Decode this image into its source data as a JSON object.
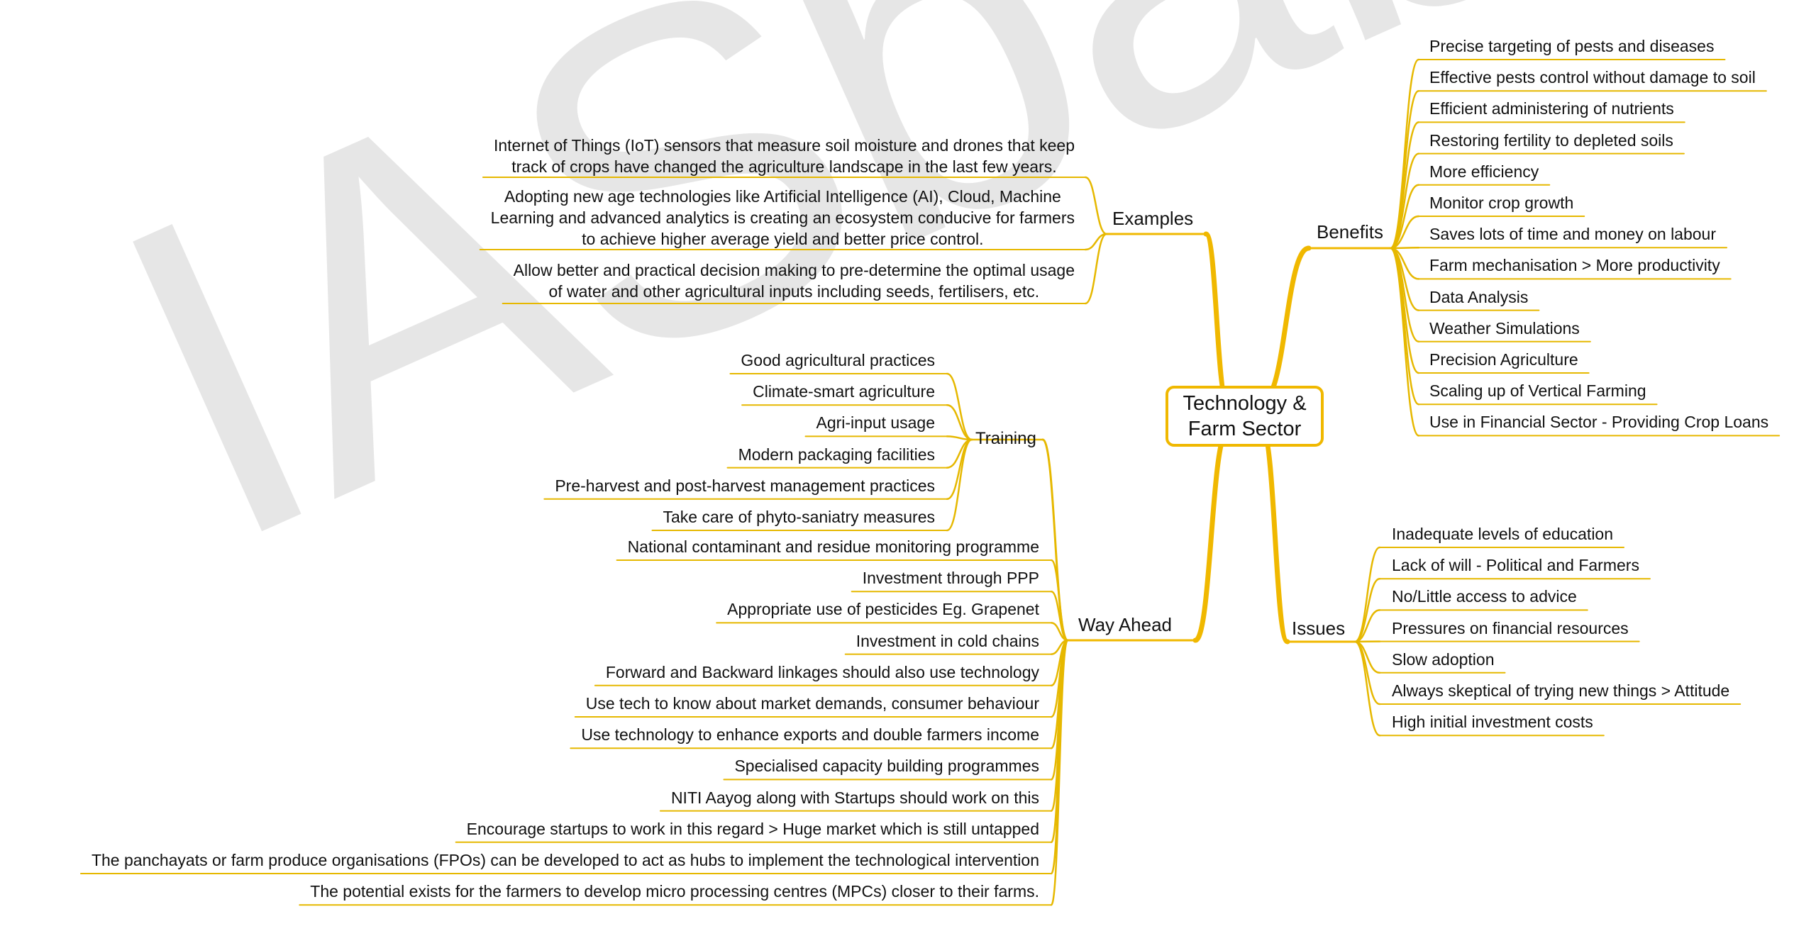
{
  "central": {
    "line1": "Technology &",
    "line2": "Farm Sector"
  },
  "watermark": "IASbaba",
  "colors": {
    "branch": "#f0b800",
    "line": "#e6b800",
    "watermark": "#e6e6e6",
    "text": "#111111"
  },
  "branches": {
    "benefits": {
      "label": "Benefits",
      "items": [
        "Precise targeting of pests and diseases",
        "Effective pests control without damage to soil",
        "Efficient administering of nutrients",
        "Restoring fertility to depleted soils",
        "More efficiency",
        "Monitor crop growth",
        "Saves lots of time and money on labour",
        "Farm mechanisation > More productivity",
        "Data Analysis",
        "Weather Simulations",
        "Precision Agriculture",
        "Scaling up of Vertical Farming",
        "Use in Financial Sector - Providing Crop Loans"
      ]
    },
    "issues": {
      "label": "Issues",
      "items": [
        "Inadequate levels of education",
        "Lack of will - Political and Farmers",
        "No/Little access to advice",
        "Pressures on financial resources",
        "Slow adoption",
        "Always skeptical of trying new things > Attitude",
        "High initial investment costs"
      ]
    },
    "examples": {
      "label": "Examples",
      "items": [
        {
          "lines": [
            "Internet of Things (IoT) sensors that measure soil moisture and drones that keep",
            "track of crops have changed the agriculture landscape in the last few years."
          ]
        },
        {
          "lines": [
            "Adopting new age technologies like Artificial Intelligence (AI), Cloud, Machine",
            "Learning and advanced analytics is creating an ecosystem conducive for farmers",
            "to achieve higher average yield and better price control."
          ]
        },
        {
          "lines": [
            "Allow better and practical decision making to pre-determine the optimal usage",
            "of water and other agricultural inputs including seeds, fertilisers, etc."
          ]
        }
      ]
    },
    "way_ahead": {
      "label": "Way Ahead",
      "training": {
        "label": "Training",
        "items": [
          "Good agricultural practices",
          "Climate-smart agriculture",
          "Agri-input usage",
          "Modern packaging facilities",
          "Pre-harvest and post-harvest management practices",
          "Take care of phyto-saniatry measures"
        ]
      },
      "items": [
        "National contaminant and residue monitoring programme",
        "Investment through PPP",
        "Appropriate use of pesticides Eg. Grapenet",
        "Investment in cold chains",
        "Forward and Backward linkages should also use technology",
        "Use tech to know about market demands, consumer behaviour",
        "Use technology to enhance exports and double farmers income",
        "Specialised capacity building programmes",
        "NITI Aayog along with Startups should work on this",
        "Encourage startups to work in this regard > Huge market which is still untapped",
        "The panchayats or farm produce organisations (FPOs) can be developed to act as hubs to implement the technological intervention",
        "The potential exists for the farmers to develop micro processing centres (MPCs) closer to their farms."
      ]
    }
  }
}
